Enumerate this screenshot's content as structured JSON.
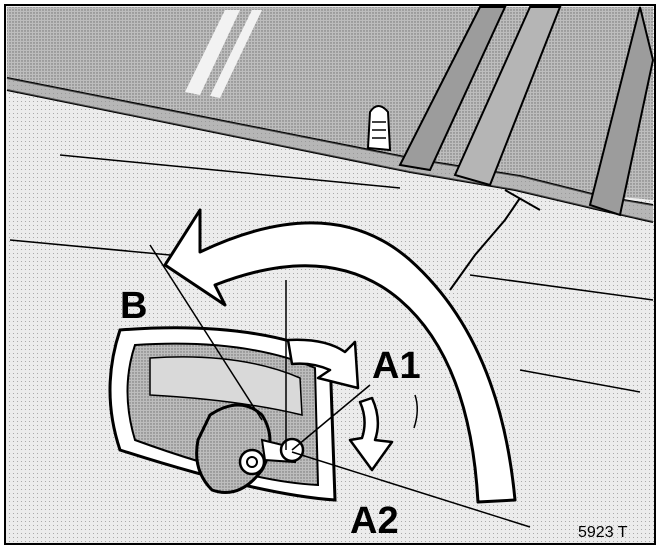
{
  "labels": {
    "b": "B",
    "a1": "A1",
    "a2": "A2"
  },
  "figure_reference": "5923 T",
  "colors": {
    "ink": "#000000",
    "paper": "#ffffff",
    "glass_shade": "#a8a8a8",
    "body_shade": "#dcdcdc"
  }
}
